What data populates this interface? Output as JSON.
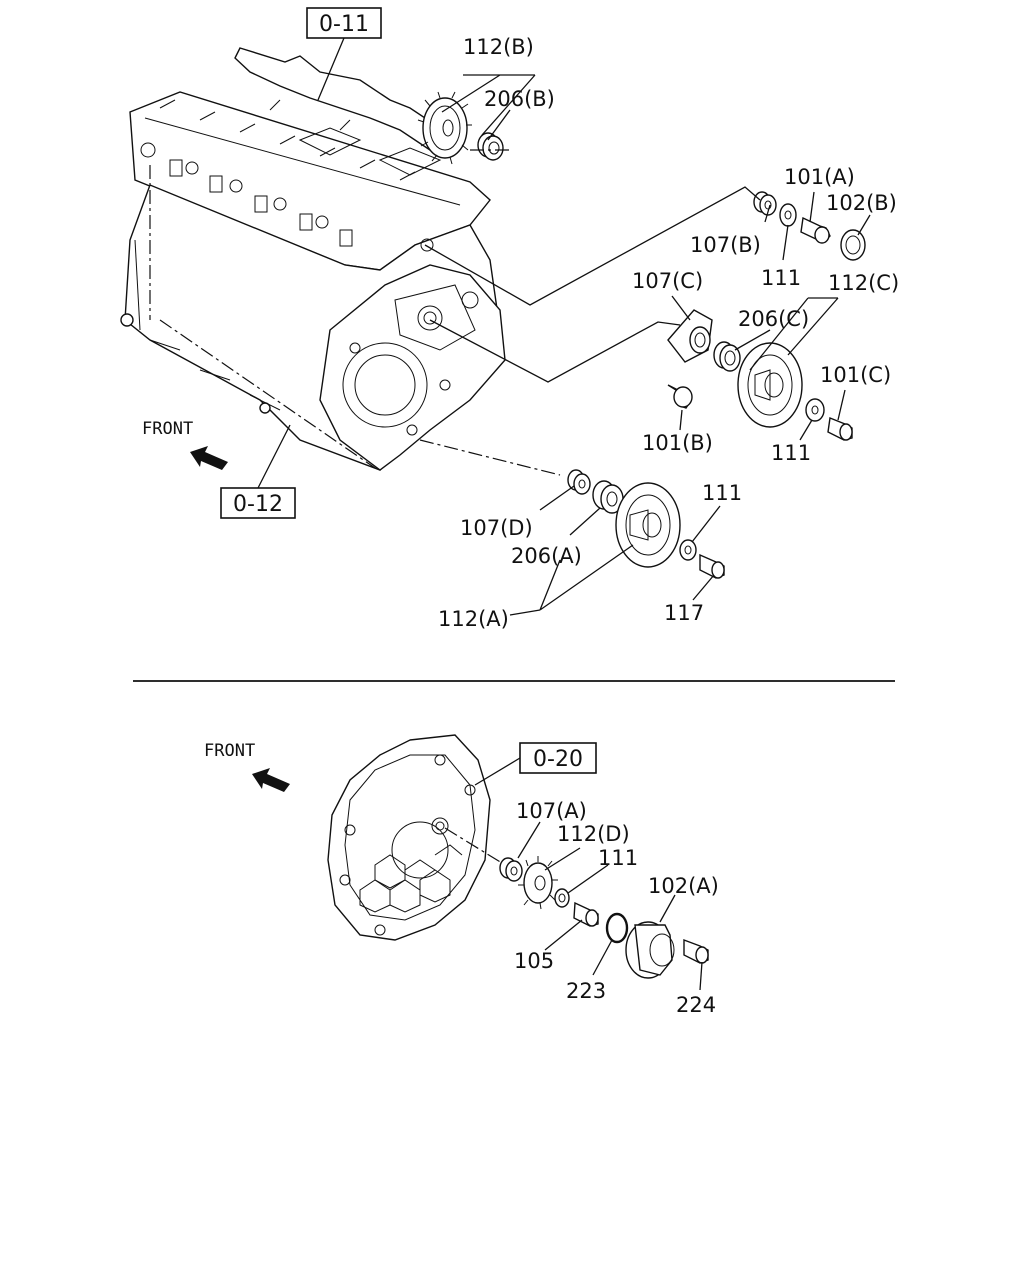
{
  "top_section": {
    "front_label": "FRONT",
    "refs": {
      "r0_11": "0-11",
      "r0_12": "0-12"
    },
    "labels": {
      "p112b": "112(B)",
      "p206b": "206(B)",
      "p101a": "101(A)",
      "p102b": "102(B)",
      "p107b": "107(B)",
      "p111_b": "111",
      "p107c": "107(C)",
      "p112c": "112(C)",
      "p206c": "206(C)",
      "p101c": "101(C)",
      "p101b": "101(B)",
      "p111_c": "111",
      "p111_a": "111",
      "p107d": "107(D)",
      "p206a": "206(A)",
      "p112a": "112(A)",
      "p117": "117"
    }
  },
  "bottom_section": {
    "front_label": "FRONT",
    "refs": {
      "r0_20": "0-20"
    },
    "labels": {
      "p107a": "107(A)",
      "p112d": "112(D)",
      "p111": "111",
      "p102a": "102(A)",
      "p105": "105",
      "p223": "223",
      "p224": "224"
    }
  }
}
